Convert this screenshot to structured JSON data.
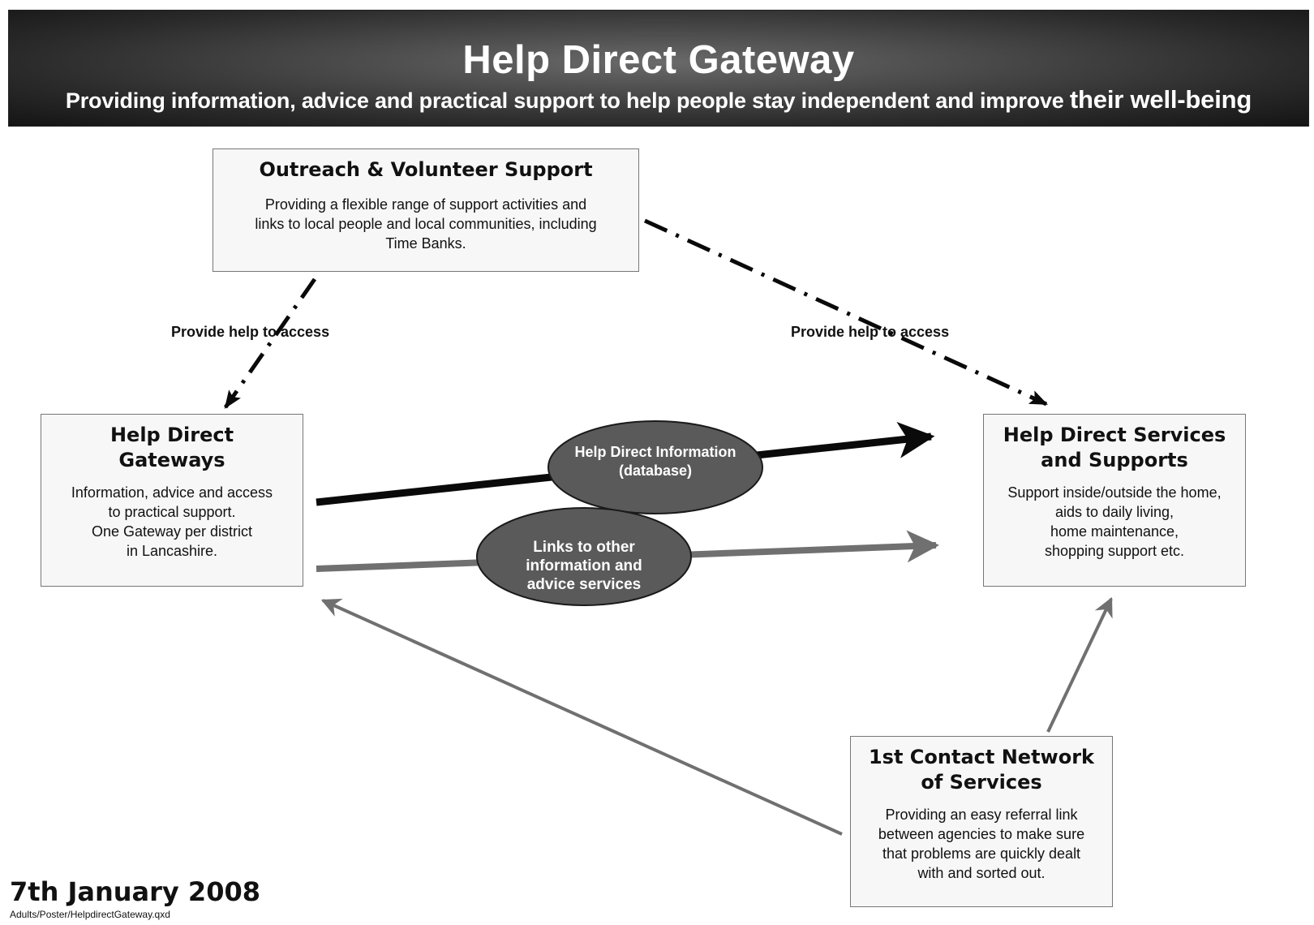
{
  "header": {
    "title": "Help Direct Gateway",
    "subtitle_main": "Providing information, advice and practical support to help people stay independent and improve ",
    "subtitle_emphasis": "their well-being"
  },
  "nodes": {
    "outreach": {
      "title": "Outreach & Volunteer Support",
      "lines": [
        "Providing a flexible range of support activities and",
        "links to local people and local communities, including",
        "Time Banks."
      ]
    },
    "gateways": {
      "title_lines": [
        "Help Direct",
        "Gateways"
      ],
      "lines": [
        "Information, advice and access",
        "to practical support.",
        "One Gateway per district",
        "in Lancashire."
      ]
    },
    "services": {
      "title_lines": [
        "Help Direct Services",
        "and Supports"
      ],
      "lines": [
        "Support inside/outside the home,",
        "aids to daily living,",
        "home maintenance,",
        "shopping support etc."
      ]
    },
    "contact": {
      "title_lines": [
        "1st Contact Network",
        "of Services"
      ],
      "lines": [
        "Providing an easy referral link",
        "between agencies to make sure",
        "that problems are quickly dealt",
        "with and sorted out."
      ]
    },
    "database": {
      "lines": [
        "Help Direct Information",
        "(database)"
      ]
    },
    "links": {
      "lines": [
        "Links to other",
        "information and",
        "advice services"
      ]
    }
  },
  "edges": {
    "outreach_to_gateways": {
      "label": "Provide help to access",
      "style": "dash-dot"
    },
    "outreach_to_services": {
      "label": "Provide help to access",
      "style": "dash-dot"
    },
    "gateways_to_services_db": {
      "style": "solid-black"
    },
    "gateways_to_services_links": {
      "style": "solid-gray"
    },
    "contact_to_gateways": {
      "style": "solid-gray"
    },
    "contact_to_services": {
      "style": "solid-gray"
    }
  },
  "colors": {
    "black_arrow": "#0a0a0a",
    "gray_arrow": "#707070",
    "ellipse_fill": "#5a5a5a",
    "box_fill": "#f7f7f7"
  },
  "footer": {
    "date": "7th January 2008",
    "filepath": "Adults/Poster/HelpdirectGateway.qxd"
  }
}
